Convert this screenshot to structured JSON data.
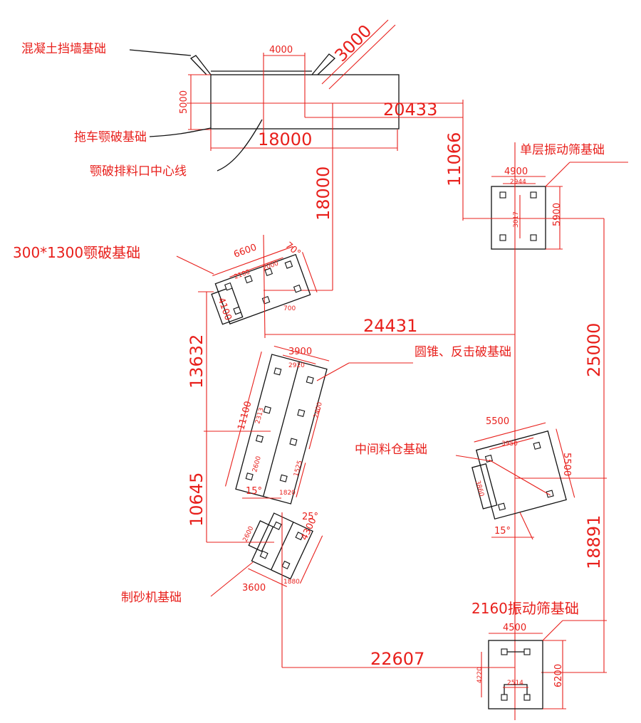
{
  "labels": {
    "retaining_wall": "混凝土挡墙基础",
    "trailer_jaw": "拖车颚破基础",
    "jaw_discharge": "颚破排料口中心线",
    "single_screen": "单层振动筛基础",
    "jaw_300": "300*1300颚破基础",
    "cone_impact": "圆锥、反击破基础",
    "middle_bin": "中间料仓基础",
    "sand_maker": "制砂机基础",
    "screen_2160": "2160振动筛基础"
  },
  "dims": {
    "d4000": "4000",
    "d3000": "3000",
    "d5000": "5000",
    "d18000_top": "18000",
    "d20433": "20433",
    "d11066": "11066",
    "d18000_v": "18000",
    "d4900": "4900",
    "d2944": "2944",
    "d5900": "5900",
    "d3017": "3017",
    "d6600": "6600",
    "d70": "70°",
    "d2100": "2100",
    "d2000": "2000",
    "d4100": "4100",
    "d700": "700",
    "d24431": "24431",
    "d25000": "25000",
    "d13632": "13632",
    "d3900": "3900",
    "d2920": "2920",
    "d11100": "11100",
    "d2313": "2313",
    "d2400": "2400",
    "d2600": "2600",
    "d1525": "1525",
    "d1820": "1820",
    "d15a": "15°",
    "d5500": "5500",
    "d3950": "3950",
    "d5500v": "5500",
    "d3860": "3860",
    "d15b": "15°",
    "d18891": "18891",
    "d10645": "10645",
    "d25": "25°",
    "d2600s": "2600",
    "d4300": "4300",
    "d3600": "3600",
    "d1880": "1880",
    "d4500": "4500",
    "d4220": "4220",
    "d2514": "2514",
    "d6200": "6200",
    "d22607": "22607"
  }
}
